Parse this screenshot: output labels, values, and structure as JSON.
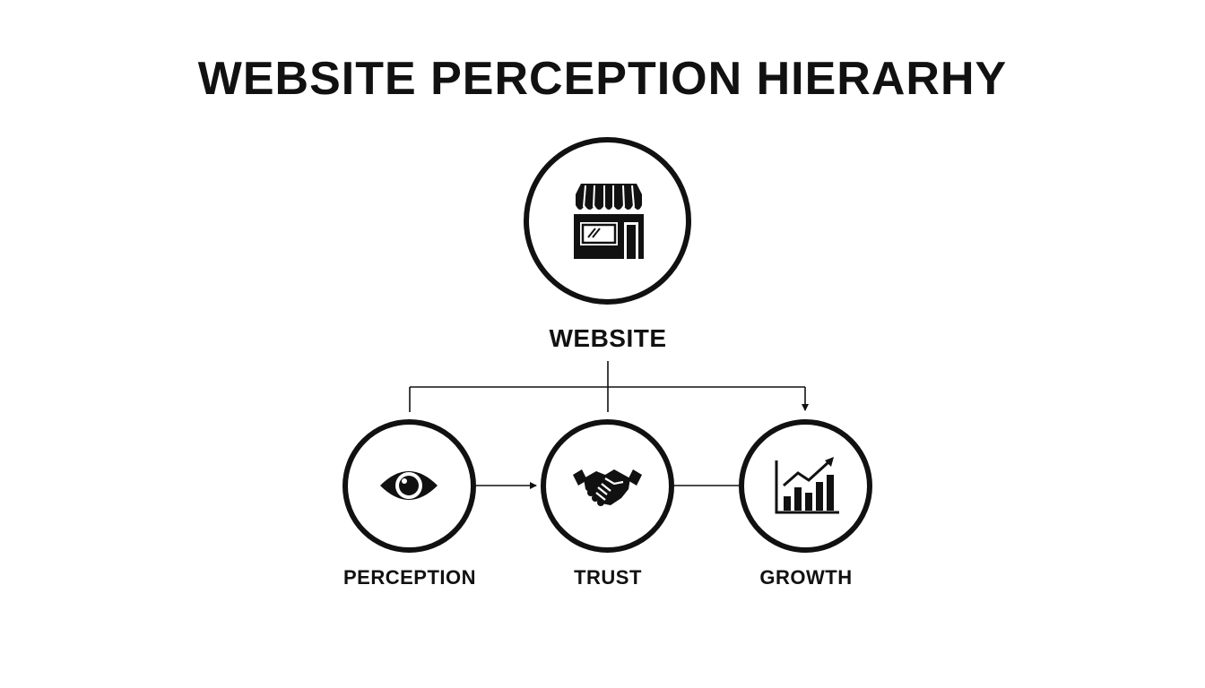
{
  "title": "WEBSITE PERCEPTION HIERARHY",
  "root": {
    "label": "WEBSITE",
    "icon": "storefront-icon"
  },
  "children": [
    {
      "label": "PERCEPTION",
      "icon": "eye-icon"
    },
    {
      "label": "TRUST",
      "icon": "handshake-icon"
    },
    {
      "label": "GROWTH",
      "icon": "bar-chart-growth-icon"
    }
  ],
  "colors": {
    "stroke": "#111111",
    "background": "#ffffff"
  }
}
